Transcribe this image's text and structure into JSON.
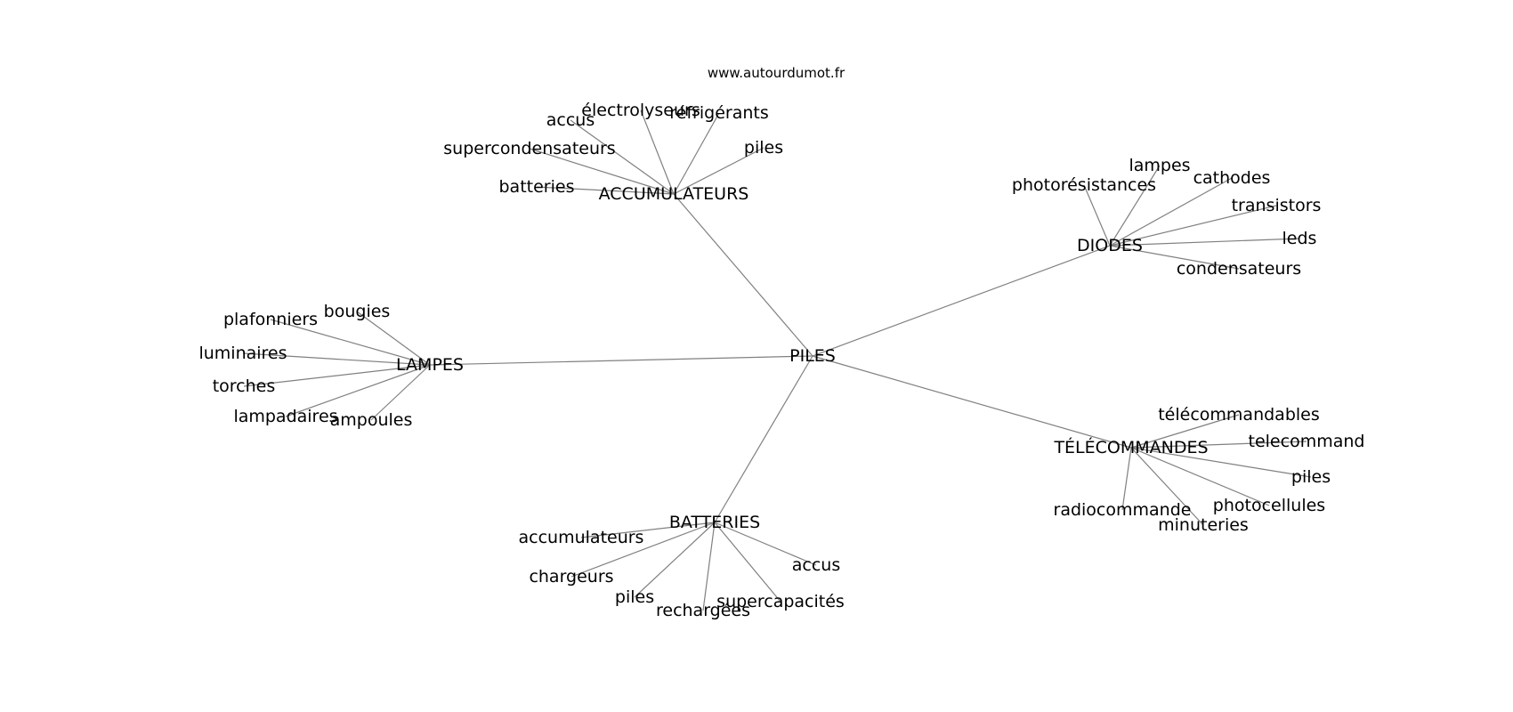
{
  "source": "www.autourdumot.fr",
  "center": "PILES",
  "clusters": [
    {
      "label": "ACCUMULATEURS",
      "words": [
        "électrolyseurs",
        "réfrigérants",
        "accus",
        "piles",
        "supercondensateurs",
        "batteries"
      ]
    },
    {
      "label": "DIODES",
      "words": [
        "lampes",
        "photorésistances",
        "cathodes",
        "transistors",
        "leds",
        "condensateurs"
      ]
    },
    {
      "label": "LAMPES",
      "words": [
        "bougies",
        "plafonniers",
        "luminaires",
        "torches",
        "lampadaires",
        "ampoules"
      ]
    },
    {
      "label": "TÉLÉCOMMANDES",
      "words": [
        "télécommandables",
        "telecommand",
        "piles",
        "photocellules",
        "radiocommande",
        "minuteries"
      ]
    },
    {
      "label": "BATTERIES",
      "words": [
        "accumulateurs",
        "chargeurs",
        "piles",
        "rechargées",
        "supercapacités",
        "accus"
      ]
    }
  ]
}
